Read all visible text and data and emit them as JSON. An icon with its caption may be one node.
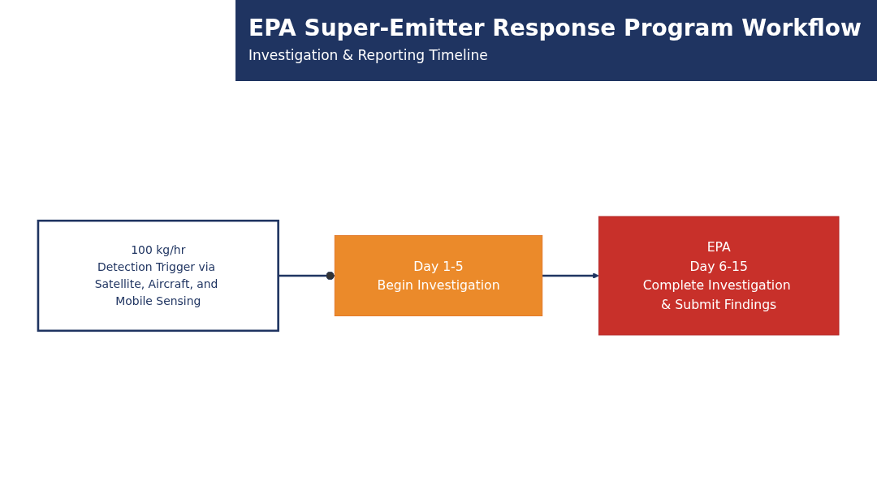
{
  "diagram": {
    "title": "EPA Super-Emitter Response Program Workflow",
    "nodes": [
      {
        "text": [
          "100 kg/hr",
          "Detection Trigger via Satellite, Aircraft, and Mobile Sensing"
        ]
      },
      {
        "text": [
          "Day 1-5",
          "Begin Investigation"
        ]
      },
      {
        "text": [
          "EPA",
          "Day 6-15",
          "Complete Investigation & Submit Findings"
        ]
      }
    ],
    "edges": [
      {
        "from": 0,
        "to": 1,
        "arrow": "other"
      },
      {
        "from": 1,
        "to": 2,
        "arrow": "to"
      }
    ],
    "labels": [
      "Investigation & Reporting Timeline"
    ]
  }
}
